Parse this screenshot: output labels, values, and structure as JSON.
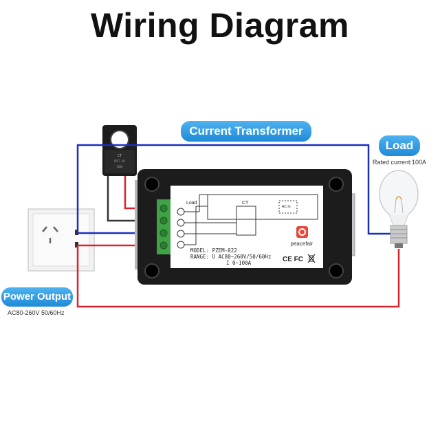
{
  "title": "Wiring Diagram",
  "labels": {
    "current_transformer": "Current Transformer",
    "load": "Load",
    "load_note": "Rated current:100A",
    "power_output": "Power Output",
    "power_note": "AC80-260V  50/60Hz"
  },
  "meter": {
    "panel_load": "Load",
    "panel_ct": "CT",
    "panel_ac_in": "AC In",
    "brand": "peacefair",
    "model": "MODEL: PZEM-022",
    "range_u": "RANGE: U AC80~260V/50/60Hz",
    "range_i": "I 0~100A",
    "cert_marks": "CE FC"
  },
  "colors": {
    "wire_blue": "#1a2fbf",
    "wire_red": "#d9232c",
    "wire_dark": "#333333",
    "terminal_green": "#3fa346",
    "meter_body": "#1c1c1c",
    "pill_blue": "#2a96e0"
  }
}
